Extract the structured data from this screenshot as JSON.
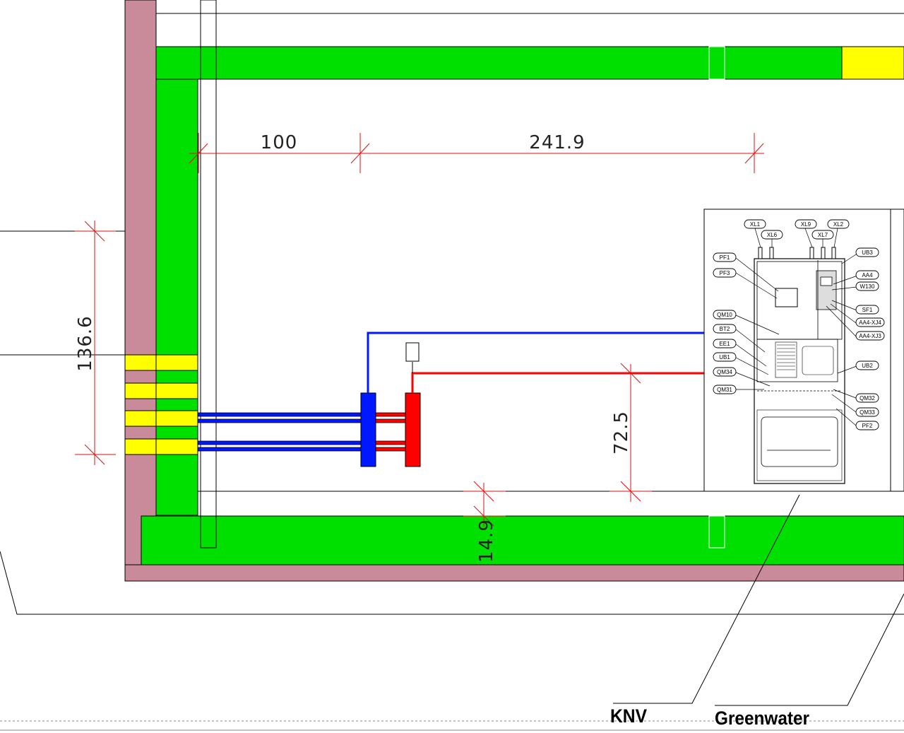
{
  "dimensions": {
    "dim_100": "100",
    "dim_241": "241.9",
    "dim_136": "136.6",
    "dim_72": "72.5",
    "dim_14": "14.9"
  },
  "labels": {
    "knv": "KNV",
    "greenwater": "Greenwater"
  },
  "unit_tags": {
    "xl1": "XL1",
    "xl6": "XL6",
    "xl9": "XL9",
    "xl7": "XL7",
    "xl2": "XL2",
    "ub3": "UB3",
    "pf1": "PF1",
    "pf3": "PF3",
    "aa4": "AA4",
    "w130": "W130",
    "sf1": "SF1",
    "aa4xj4": "AA4-XJ4",
    "aa4xj3": "AA4-XJ3",
    "qm10": "QM10",
    "bt2": "BT2",
    "ee1": "EE1",
    "ub1": "UB1",
    "qm34": "QM34",
    "qm31": "QM31",
    "ub2": "UB2",
    "qm32": "QM32",
    "qm33": "QM33",
    "pf2": "PF2"
  },
  "colors": {
    "wall": "#c98a99",
    "insulation": "#00e000",
    "highlight": "#ffff00",
    "cold_pipe": "#0018ff",
    "hot_pipe": "#ff0000",
    "dimension_line": "#e01010"
  }
}
